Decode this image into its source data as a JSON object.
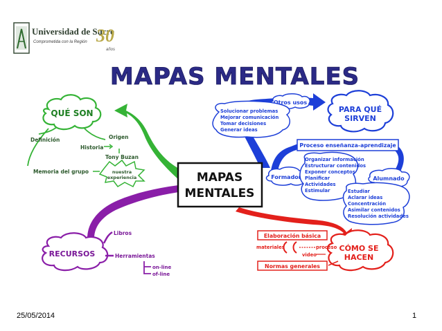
{
  "logo": {
    "name": "Universidad de Sucre",
    "tagline": "Comprometida con la Región",
    "anniversary": "30",
    "anniversary_suffix": "años"
  },
  "slide": {
    "title": "MAPAS MENTALES",
    "date": "25/05/2014",
    "page_number": "1"
  },
  "map": {
    "center": [
      "MAPAS",
      "MENTALES"
    ],
    "que_son": {
      "title": "QUÉ SON",
      "definicion": "Definición",
      "historia": "Historia",
      "origen": "Origen",
      "tony": "Tony Buzan",
      "memoria": "Memoria del grupo",
      "experiencia": [
        "nuestra",
        "experiencia"
      ]
    },
    "para_que": {
      "title": [
        "PARA QUÉ",
        "SIRVEN"
      ],
      "otros_usos": "Otros usos",
      "usos": [
        "Solucionar problemas",
        "Mejorar comunicación",
        "Tomar decisiones",
        "Generar ideas"
      ],
      "proceso": "Proceso enseñanza-aprendizaje",
      "formador": "Formador",
      "formador_items": [
        "Organizar información",
        "Estructurar contenidos",
        "Exponer conceptos",
        "Planificar",
        "Actividades",
        "Estimular"
      ],
      "alumnado": "Alumnado",
      "alumnado_items": [
        "Estudiar",
        "Aclarar ideas",
        "Concentración",
        "Asimilar contenidos",
        "Resolución actividades"
      ]
    },
    "recursos": {
      "title": "RECURSOS",
      "libros": "Libros",
      "herramientas": "Herramientas",
      "online": "on-line",
      "offline": "of-line"
    },
    "como_se": {
      "title": [
        "CÓMO SE",
        "HACEN"
      ],
      "elaboracion": "Elaboración básica",
      "materiales": "materiales",
      "proceso": "proceso",
      "video": "video",
      "normas": "Normas generales"
    }
  },
  "colors": {
    "green": "#35b336",
    "blue": "#1d3fd8",
    "purple": "#8a1ea8",
    "red": "#e3201b",
    "title": "#2b2a86"
  }
}
